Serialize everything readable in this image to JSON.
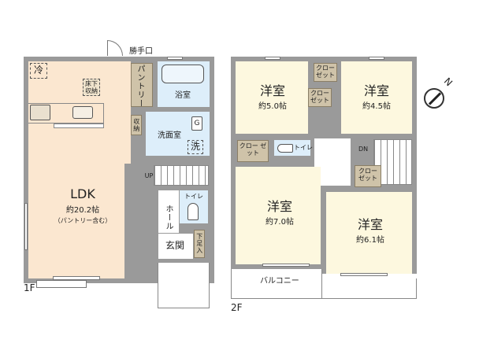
{
  "floor1": {
    "floor_label": "1F",
    "back_door_label": "勝手口",
    "ldk": {
      "name": "LDK",
      "size": "約20.2帖",
      "note": "（パントリー含む）"
    },
    "fridge_label": "冷",
    "underfloor_storage_label": "床下収納",
    "pantry_label": "パントリー",
    "bathroom_label": "浴室",
    "storage_label": "収納",
    "washroom_label": "洗面室",
    "washer_label": "洗",
    "stairs_label": "UP",
    "toilet_label": "トイレ",
    "hall_label": "ホール",
    "entrance_label": "玄関",
    "shoe_storage_label": "下足入"
  },
  "floor2": {
    "floor_label": "2F",
    "rooms": [
      {
        "name": "洋室",
        "size": "約5.0帖"
      },
      {
        "name": "洋室",
        "size": "約4.5帖"
      },
      {
        "name": "洋室",
        "size": "約7.0帖"
      },
      {
        "name": "洋室",
        "size": "約6.1帖"
      }
    ],
    "closet_label": "クローゼット",
    "closets": [
      "クロー ゼット",
      "クロー ゼット",
      "クロー ゼット",
      "クロー ゼット"
    ],
    "toilet_label": "トイレ",
    "stairs_label": "DN",
    "balcony_label": "バルコニー"
  },
  "compass": {
    "label": "N"
  },
  "colors": {
    "wall": "#9a9a9a",
    "ldk": "#fbe7d0",
    "wet": "#ddeefa",
    "bedroom": "#fdf8df",
    "closet": "#cfc3a9"
  }
}
